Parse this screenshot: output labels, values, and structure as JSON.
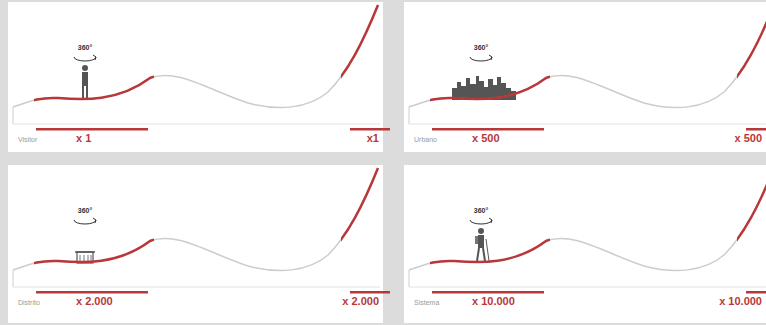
{
  "diagram": {
    "labels": [
      "360°",
      "Visitor",
      "x 1",
      "x1",
      "360°",
      "Urbano",
      "x 500",
      "x 500",
      "360°",
      "Distrito",
      "x 2.000",
      "x 2.000",
      "360°",
      "Sistema",
      "x 10.000",
      "x 10.000"
    ]
  }
}
